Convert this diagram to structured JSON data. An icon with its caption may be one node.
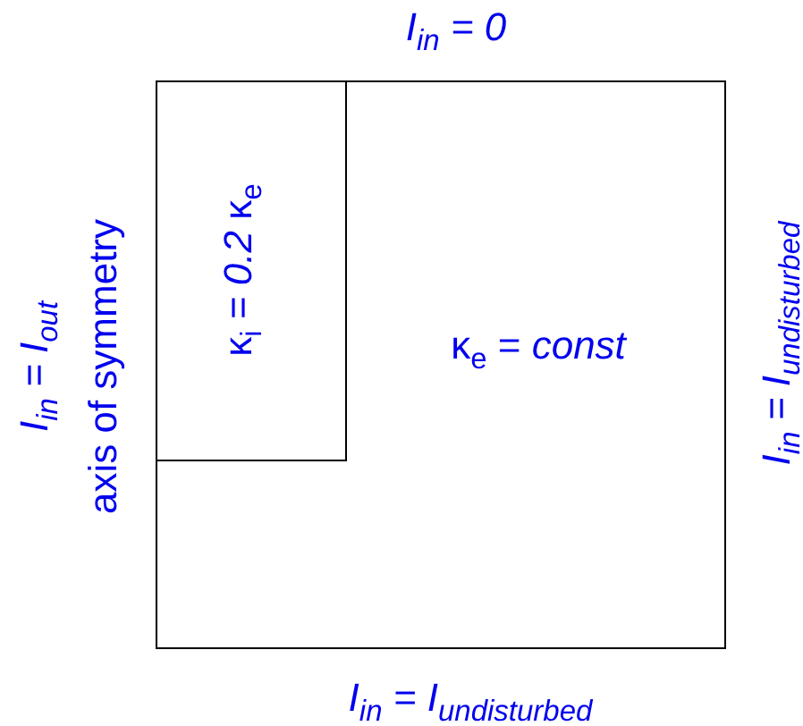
{
  "diagram": {
    "nodes": [
      {
        "text": [
          "κ$_{e}$ = *const*"
        ]
      },
      {
        "text": [
          "κ$_{i}$ = *0.2* κ$_{e}$"
        ],
        "in": 0
      }
    ],
    "labels": [
      "I$_{in}$ = 0",
      "I$_{in}$ = I$_{out}$",
      "axis of symmetry",
      "I$_{in}$ = I$_{undisturbed}$",
      "I$_{in}$ = I$_{undisturbed}$"
    ]
  }
}
